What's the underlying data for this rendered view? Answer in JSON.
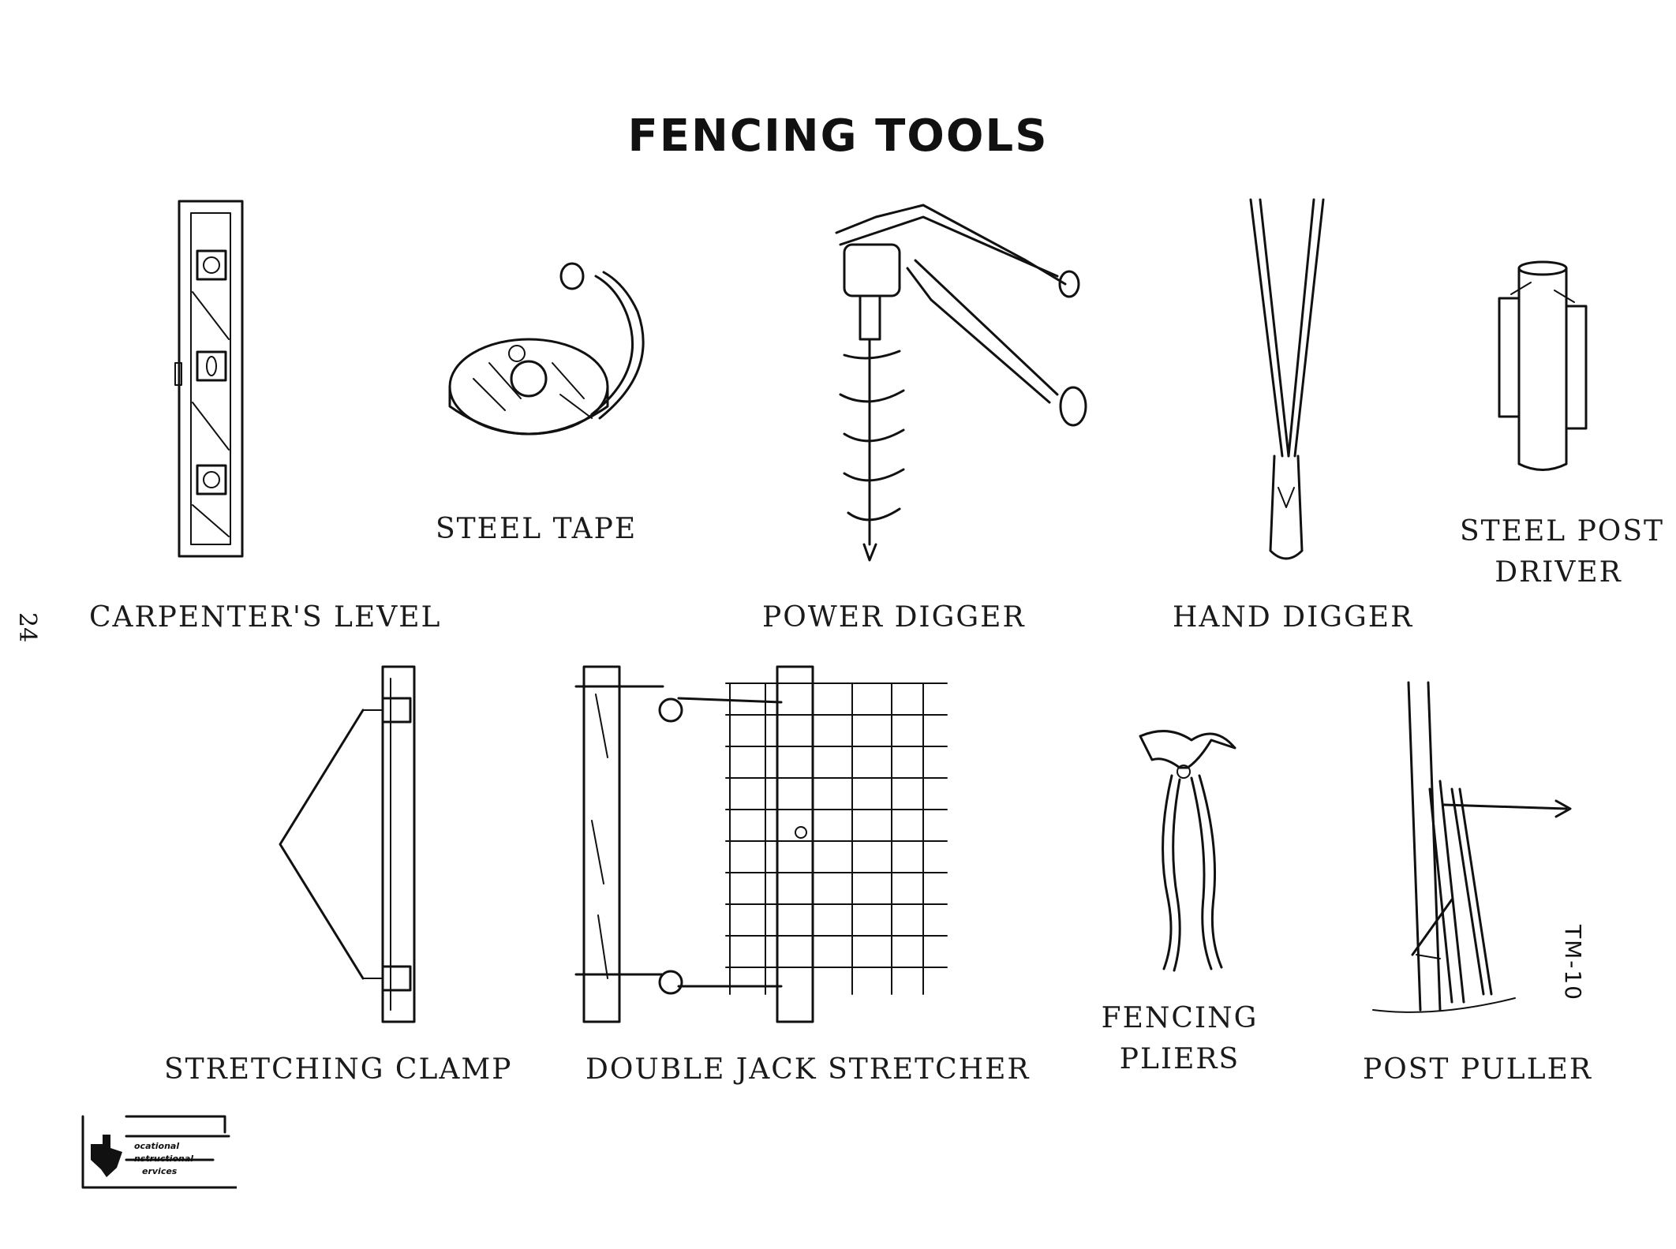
{
  "title": "FENCING TOOLS",
  "page_number": "24",
  "figure_code": "TM-10",
  "tools": [
    {
      "id": "carpenters-level",
      "label": "CARPENTER'S LEVEL"
    },
    {
      "id": "steel-tape",
      "label": "STEEL TAPE"
    },
    {
      "id": "power-digger",
      "label": "POWER DIGGER"
    },
    {
      "id": "hand-digger",
      "label": "HAND DIGGER"
    },
    {
      "id": "steel-post-driver",
      "label_line1": "STEEL POST",
      "label_line2": "DRIVER"
    },
    {
      "id": "stretching-clamp",
      "label": "STRETCHING CLAMP"
    },
    {
      "id": "double-jack-stretcher",
      "label": "DOUBLE JACK STRETCHER"
    },
    {
      "id": "fencing-pliers",
      "label_line1": "FENCING",
      "label_line2": "PLIERS"
    },
    {
      "id": "post-puller",
      "label": "POST PULLER"
    }
  ],
  "logo": {
    "line1": "ocational",
    "line2": "nstructional",
    "line3": "ervices",
    "icon": "texas-state-icon"
  }
}
